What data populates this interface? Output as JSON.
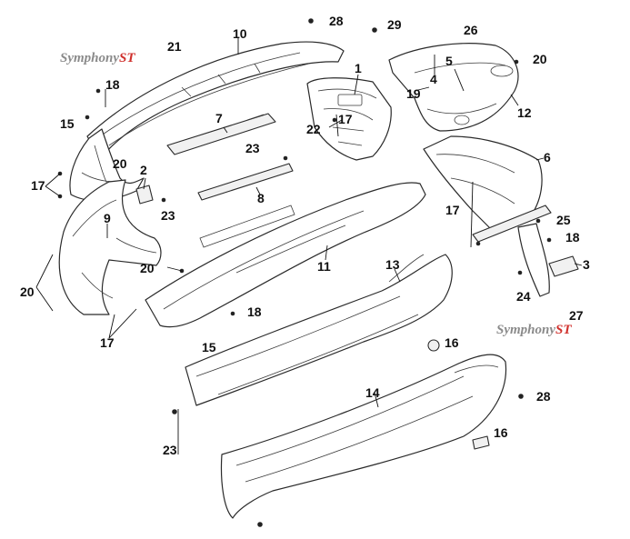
{
  "logos": [
    {
      "id": "logo-top",
      "word": "Symphony",
      "suffix": "ST"
    },
    {
      "id": "logo-bottom",
      "word": "Symphony",
      "suffix": "ST"
    }
  ],
  "colors": {
    "logo_word": "#8a8a8a",
    "logo_suffix": "#d0302c",
    "line": "#2a2a2a"
  },
  "callouts": [
    {
      "id": "c1",
      "label": "1"
    },
    {
      "id": "c2",
      "label": "2"
    },
    {
      "id": "c3",
      "label": "3"
    },
    {
      "id": "c4",
      "label": "4"
    },
    {
      "id": "c5",
      "label": "5"
    },
    {
      "id": "c6",
      "label": "6"
    },
    {
      "id": "c7",
      "label": "7"
    },
    {
      "id": "c8",
      "label": "8"
    },
    {
      "id": "c9",
      "label": "9"
    },
    {
      "id": "c10",
      "label": "10"
    },
    {
      "id": "c11",
      "label": "11"
    },
    {
      "id": "c12",
      "label": "12"
    },
    {
      "id": "c13",
      "label": "13"
    },
    {
      "id": "c14",
      "label": "14"
    },
    {
      "id": "c15a",
      "label": "15"
    },
    {
      "id": "c15b",
      "label": "15"
    },
    {
      "id": "c16a",
      "label": "16"
    },
    {
      "id": "c16b",
      "label": "16"
    },
    {
      "id": "c17a",
      "label": "17"
    },
    {
      "id": "c17b",
      "label": "17"
    },
    {
      "id": "c17c",
      "label": "17"
    },
    {
      "id": "c17d",
      "label": "17"
    },
    {
      "id": "c18a",
      "label": "18"
    },
    {
      "id": "c18b",
      "label": "18"
    },
    {
      "id": "c18c",
      "label": "18"
    },
    {
      "id": "c19",
      "label": "19"
    },
    {
      "id": "c20a",
      "label": "20"
    },
    {
      "id": "c20b",
      "label": "20"
    },
    {
      "id": "c20c",
      "label": "20"
    },
    {
      "id": "c20d",
      "label": "20"
    },
    {
      "id": "c21",
      "label": "21"
    },
    {
      "id": "c22",
      "label": "22"
    },
    {
      "id": "c23a",
      "label": "23"
    },
    {
      "id": "c23b",
      "label": "23"
    },
    {
      "id": "c23c",
      "label": "23"
    },
    {
      "id": "c24",
      "label": "24"
    },
    {
      "id": "c25",
      "label": "25"
    },
    {
      "id": "c26",
      "label": "26"
    },
    {
      "id": "c27",
      "label": "27"
    },
    {
      "id": "c28a",
      "label": "28"
    },
    {
      "id": "c28b",
      "label": "28"
    },
    {
      "id": "c29",
      "label": "29"
    }
  ]
}
